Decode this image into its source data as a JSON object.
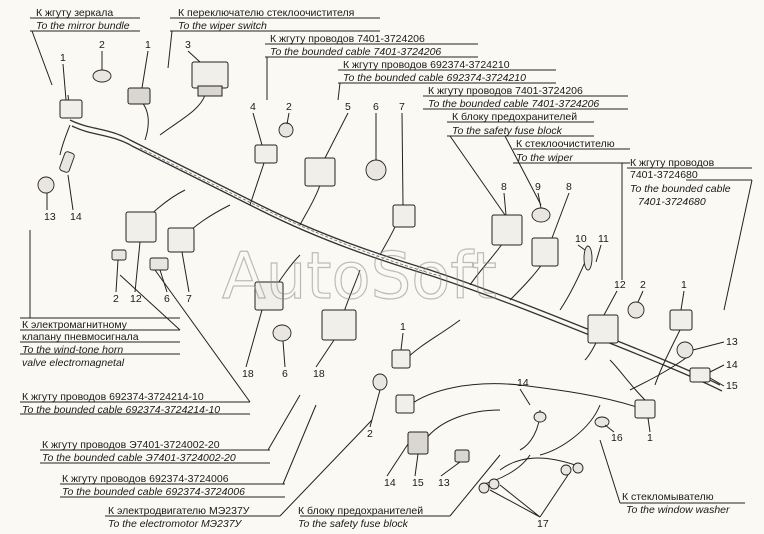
{
  "watermark": "AutoSoft",
  "labels": [
    {
      "id": "mirror",
      "ru": "К жгуту зеркала",
      "en": "To the mirror bundle"
    },
    {
      "id": "wiper-switch",
      "ru": "К переключателю стеклоочистителя",
      "en": "To the wiper switch"
    },
    {
      "id": "cable-7401-3724206-a",
      "ru": "К жгуту проводов 7401-3724206",
      "en": "To the bounded cable 7401-3724206"
    },
    {
      "id": "cable-692374-3724210",
      "ru": "К жгуту проводов 692374-3724210",
      "en": "To the bounded cable 692374-3724210"
    },
    {
      "id": "cable-7401-3724206-b",
      "ru": "К жгуту проводов 7401-3724206",
      "en": "To the bounded cable 7401-3724206"
    },
    {
      "id": "fuse-block-top",
      "ru": "К блоку предохранителей",
      "en": "To the safety fuse block"
    },
    {
      "id": "wiper",
      "ru": "К стеклоочистителю",
      "en": "To the wiper"
    },
    {
      "id": "cable-7401-3724680",
      "ru1": "К жгуту проводов",
      "ru2": "7401-3724680",
      "en1": "To the bounded cable",
      "en2": "7401-3724680"
    },
    {
      "id": "horn-valve",
      "ru1": "К электромагнитному",
      "ru2": "клапану пневмосигнала",
      "en1": "To the wind-tone horn",
      "en2": "valve electromagnetal"
    },
    {
      "id": "cable-692374-3724214-10",
      "ru": "К жгуту проводов 692374-3724214-10",
      "en": "To the bounded cable 692374-3724214-10"
    },
    {
      "id": "cable-E7401-3724002-20",
      "ru": "К жгуту проводов Э7401-3724002-20",
      "en": "To the bounded cable Э7401-3724002-20"
    },
    {
      "id": "cable-692374-3724006",
      "ru": "К жгуту проводов 692374-3724006",
      "en": "To the bounded cable 692374-3724006"
    },
    {
      "id": "motor-ME237U",
      "ru": "К электродвигателю МЭ237У",
      "en": "To the electromotor МЭ237У"
    },
    {
      "id": "fuse-block-bottom",
      "ru": "К блоку предохранителей",
      "en": "To the safety fuse block"
    },
    {
      "id": "washer",
      "ru": "К стекломывателю",
      "en": "To the window washer"
    }
  ],
  "callouts": {
    "n1a": "1",
    "n2a": "2",
    "n1b": "1",
    "n3": "3",
    "n4": "4",
    "n2b": "2",
    "n5": "5",
    "n6a": "6",
    "n7a": "7",
    "n13a": "13",
    "n14a": "14",
    "n8a": "8",
    "n9": "9",
    "n8b": "8",
    "n10": "10",
    "n11": "11",
    "n2c": "2",
    "n12a": "12",
    "n6b": "6",
    "n7b": "7",
    "n12b": "12",
    "n2d": "2",
    "n1c": "1",
    "n13b": "13",
    "n14b": "14",
    "n15a": "15",
    "n18a": "18",
    "n6c": "6",
    "n18b": "18",
    "n1d": "1",
    "n16": "16",
    "n1e": "1",
    "n14c": "14",
    "n2e": "2",
    "n14d": "14",
    "n15b": "15",
    "n13c": "13",
    "n17": "17"
  }
}
